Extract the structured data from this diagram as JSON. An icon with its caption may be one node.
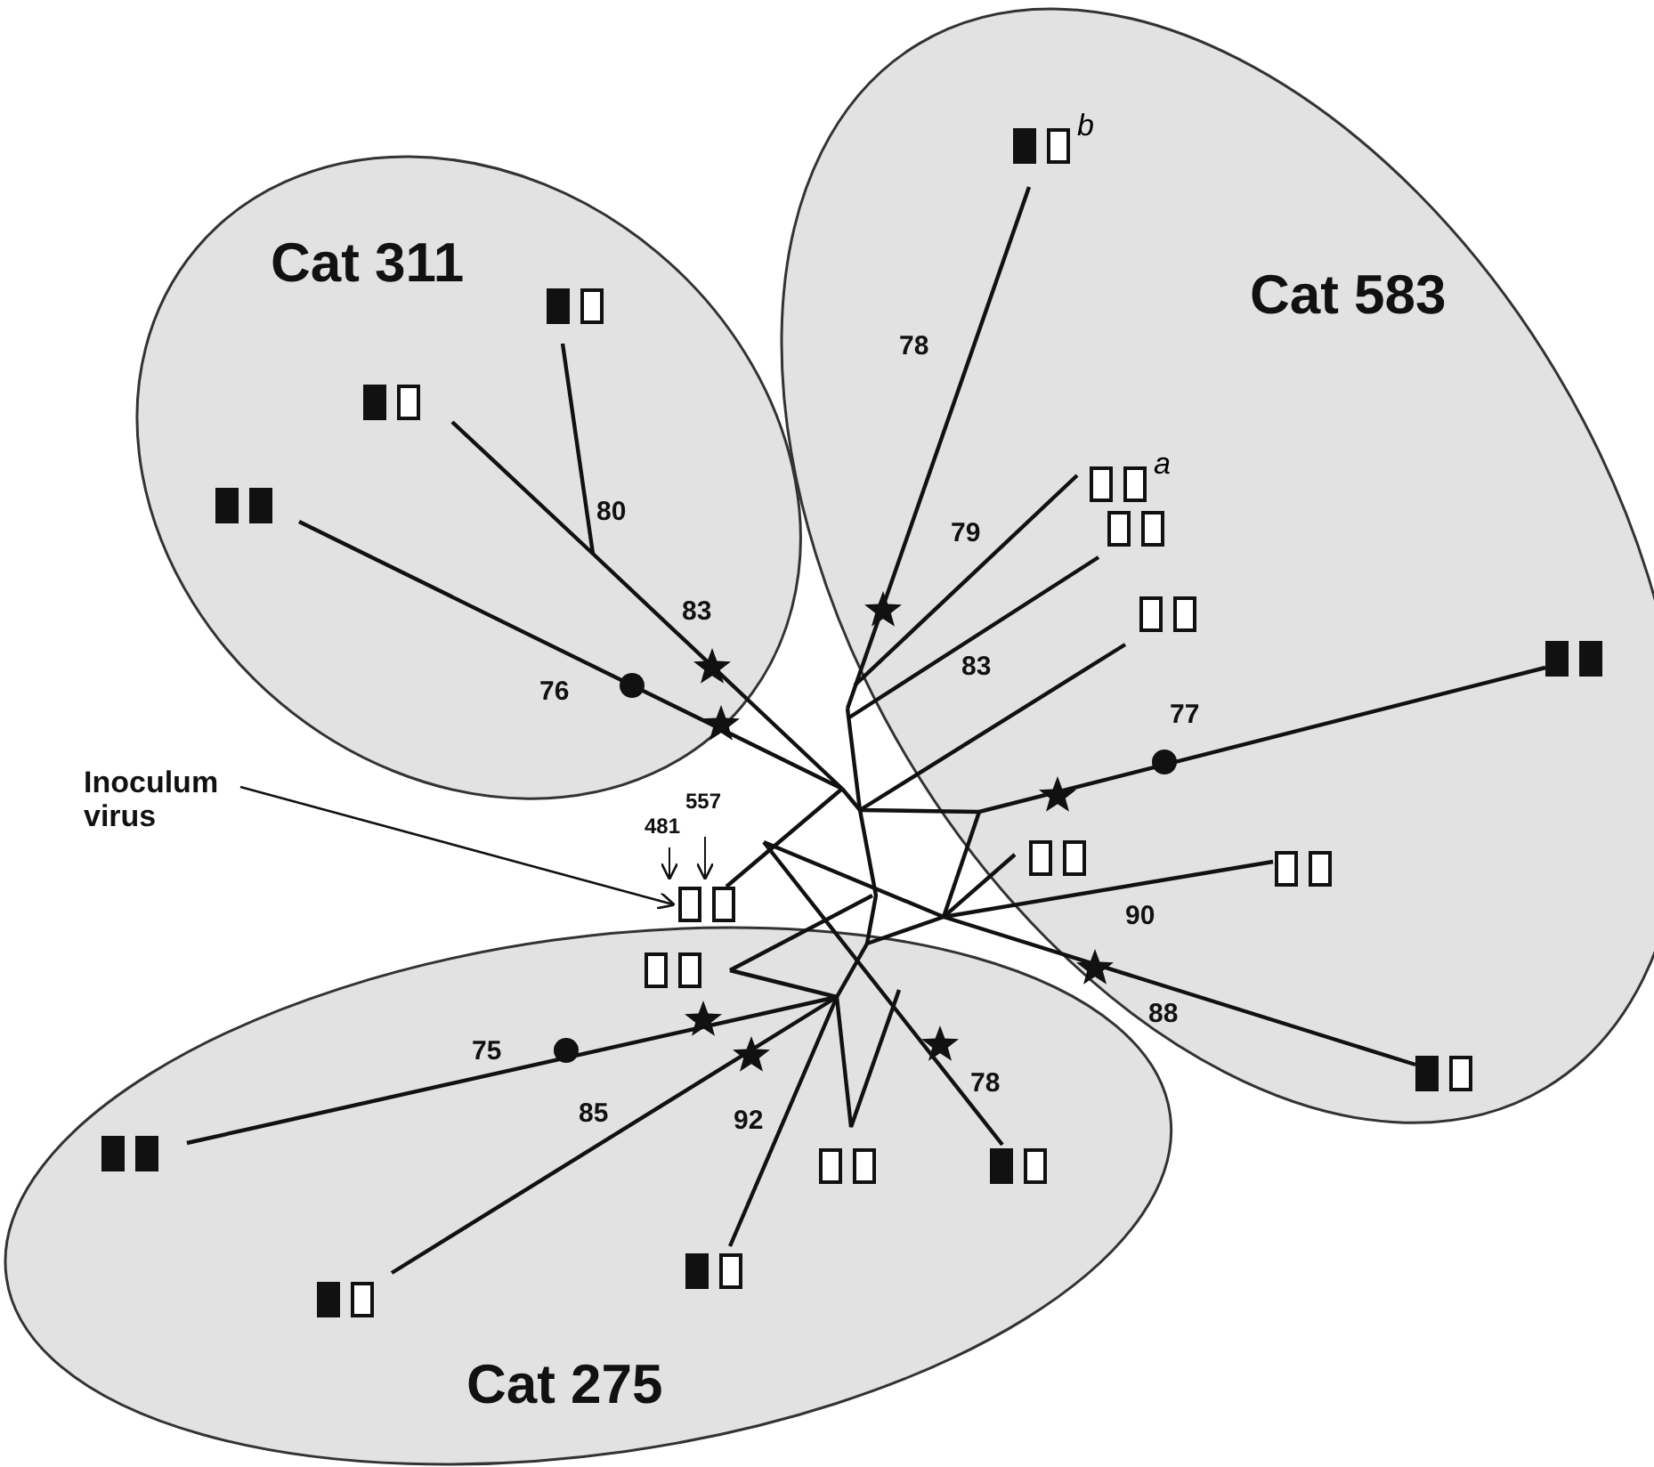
{
  "diagram": {
    "nodes": [
      {
        "text": [
          "Cat 311"
        ]
      },
      {
        "text": [],
        "shape": "box",
        "in": 0
      },
      {
        "text": [],
        "shape": "box",
        "in": 0
      },
      {
        "text": [],
        "shape": "box",
        "in": 0
      },
      {
        "text": [
          "Cat 583"
        ]
      },
      {
        "text": [],
        "shape": "box",
        "in": 4,
        "beside": [
          "b"
        ]
      },
      {
        "text": [],
        "shape": "box",
        "in": 4,
        "beside": [
          "a"
        ]
      },
      {
        "text": [],
        "shape": "box",
        "in": 4
      },
      {
        "text": [],
        "shape": "box",
        "in": 4
      },
      {
        "text": [],
        "shape": "box",
        "in": 4
      },
      {
        "text": [],
        "shape": "box",
        "in": 4
      },
      {
        "text": [],
        "shape": "box",
        "in": 4
      },
      {
        "text": [],
        "shape": "box",
        "in": 4
      },
      {
        "text": [
          "Inoculum virus"
        ]
      },
      {
        "text": [],
        "shape": "box"
      },
      {
        "text": [
          "Cat 275"
        ]
      },
      {
        "text": [],
        "shape": "box",
        "in": 15
      },
      {
        "text": [],
        "shape": "box",
        "in": 15
      },
      {
        "text": [],
        "shape": "box",
        "in": 15
      },
      {
        "text": [],
        "shape": "box",
        "in": 15
      },
      {
        "text": [],
        "shape": "box",
        "in": 15
      },
      {
        "text": [],
        "shape": "box",
        "in": 15
      }
    ],
    "edges": [
      {
        "from": 13,
        "to": 14,
        "arrow": "to"
      }
    ],
    "labels": [
      "78",
      "80",
      "83",
      "76",
      "79",
      "83",
      "77",
      "481",
      "557",
      "90",
      "88",
      "75",
      "85",
      "92",
      "78"
    ]
  }
}
